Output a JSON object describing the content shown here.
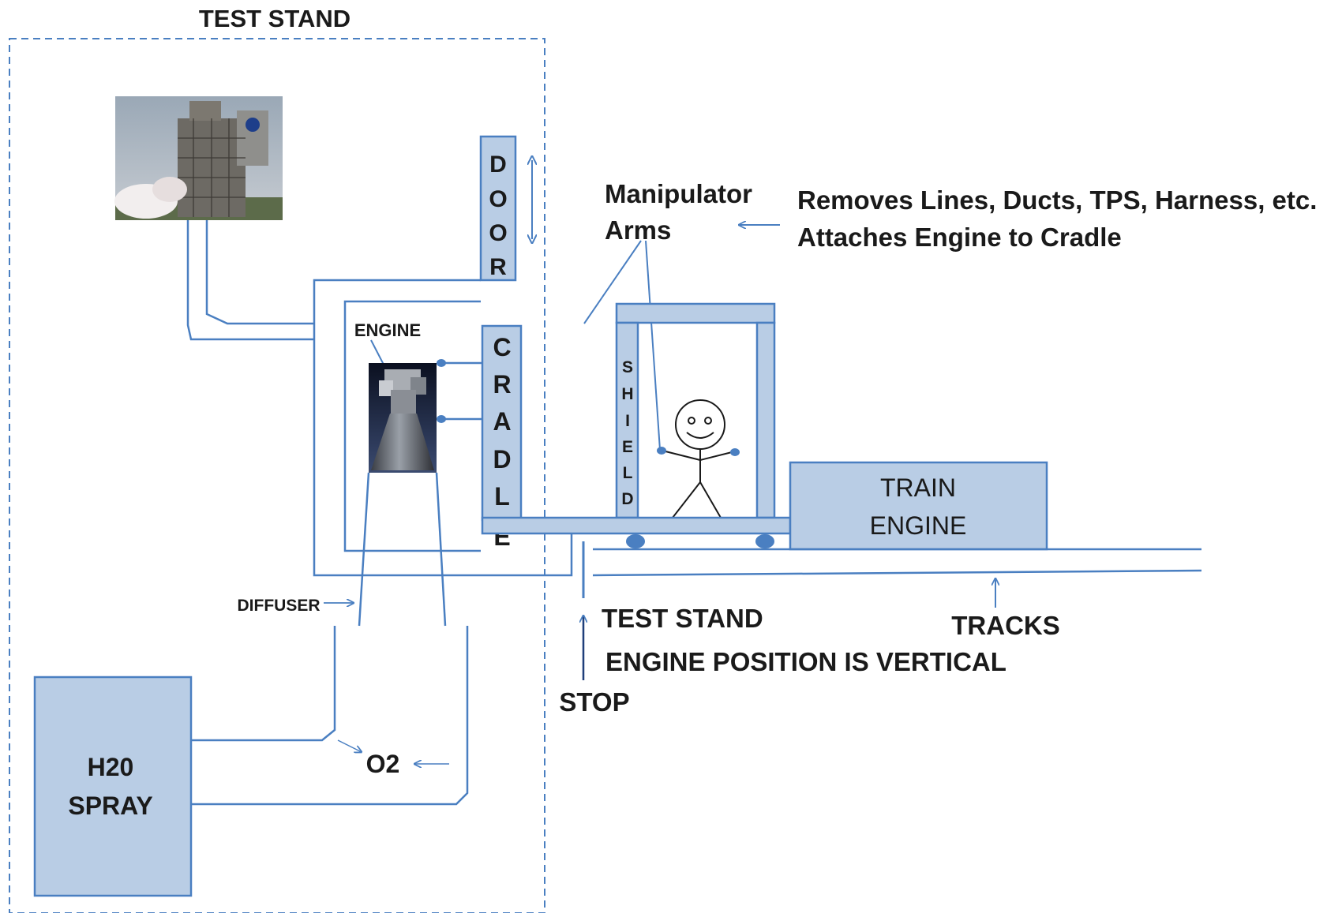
{
  "colors": {
    "line": "#4a7fc1",
    "fill": "#b9cde5",
    "text": "#1a1a1a"
  },
  "labels": {
    "test_stand_title": "TEST STAND",
    "door": [
      "D",
      "O",
      "O",
      "R"
    ],
    "cradle": [
      "C",
      "R",
      "A",
      "D",
      "L",
      "E"
    ],
    "shield": [
      "S",
      "H",
      "I",
      "E",
      "L",
      "D"
    ],
    "engine": "ENGINE",
    "diffuser": "DIFFUSER",
    "o2": "O2",
    "h2o_spray": [
      "H20",
      "SPRAY"
    ],
    "manipulator_arms": [
      "Manipulator",
      "Arms"
    ],
    "removes_text": "Removes Lines, Ducts, TPS, Harness, etc.",
    "attaches_text": "Attaches Engine to Cradle",
    "train_engine": [
      "TRAIN",
      "ENGINE"
    ],
    "test_stand_stop": "TEST STAND",
    "stop": "STOP",
    "engine_position": "ENGINE POSITION IS VERTICAL",
    "tracks": "TRACKS"
  },
  "icons": {
    "test_stand_photo": "test-stand-photo",
    "engine_image": "rocket-engine-photo",
    "worker": "stick-figure-icon"
  }
}
